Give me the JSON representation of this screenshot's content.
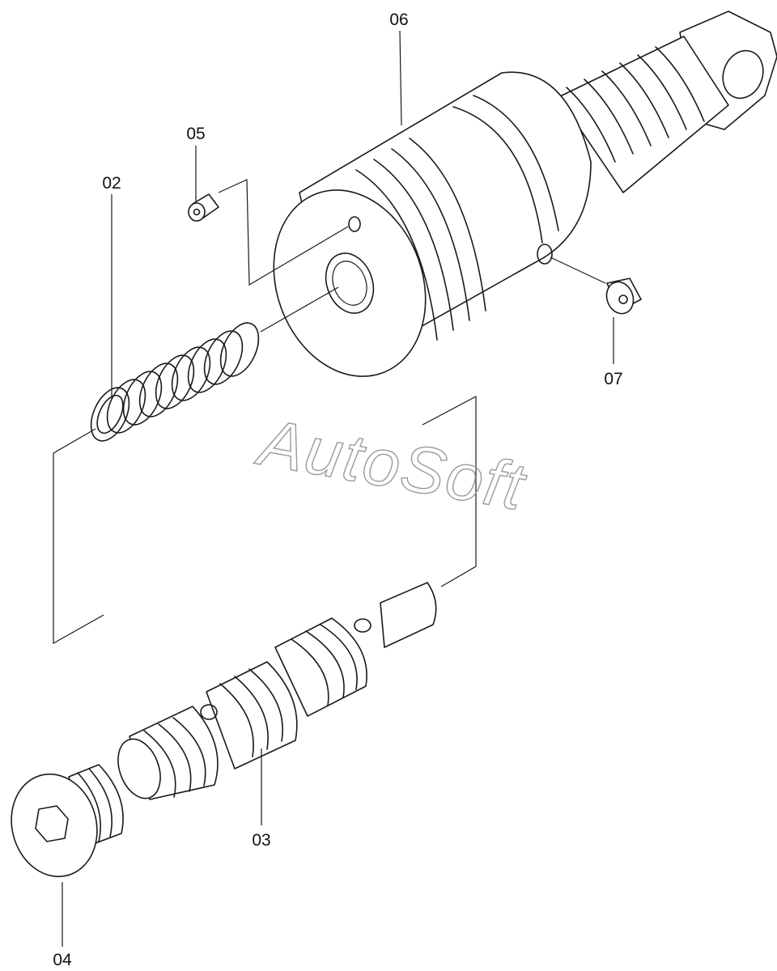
{
  "callouts": {
    "p02": "02",
    "p03": "03",
    "p04": "04",
    "p05": "05",
    "p06": "06",
    "p07": "07"
  },
  "watermark": "AutoSoft",
  "colors": {
    "line": "#1a1a1a",
    "watermark": "#9a9a9a",
    "background": "#ffffff"
  }
}
